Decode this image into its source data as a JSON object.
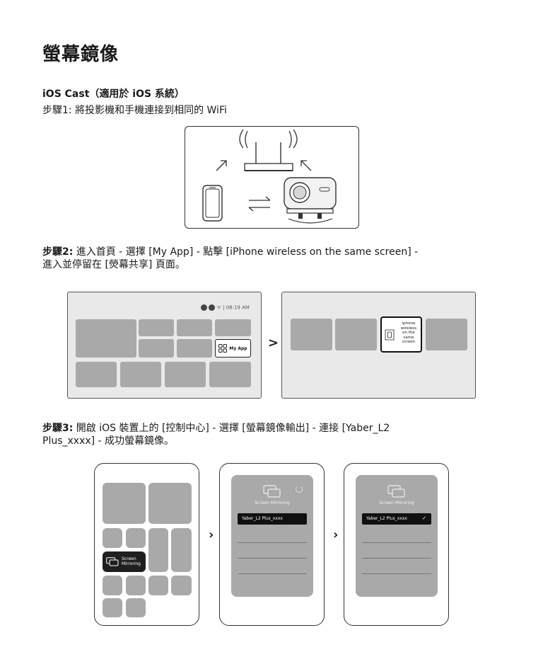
{
  "title": "螢幕鏡像",
  "section": {
    "title": "iOS Cast（適用於 iOS 系統）"
  },
  "step1": {
    "text": "步驟1: 將投影機和手機連接到相同的 WiFi"
  },
  "step2": {
    "label": "步驟2:",
    "text_line1": " 進入首頁 - 選擇 [My App] - 點擊 [iPhone wireless on the same screen] -",
    "text_line2": "進入並停留在 [熒幕共享] 頁面。"
  },
  "step3": {
    "label": "步驟3:",
    "text_line1": " 開啟 iOS 裝置上的 [控制中心] - 選擇 [螢幕鏡像輸出] - 連接 [Yaber_L2",
    "text_line2": "Plus_xxxx] - 成功螢幕鏡像。"
  },
  "tv_home": {
    "status_time": "08:19 AM",
    "my_app_label": "My App"
  },
  "tv_app": {
    "tile_label_lines": [
      "iphone",
      "wireless",
      "on the",
      "same",
      "screen"
    ]
  },
  "control_center": {
    "button_label_lines": [
      "Screen",
      "Mirroring"
    ]
  },
  "mirroring_panel_1": {
    "title": "Screen Mirroring",
    "device": "Yaber_L2 Plus_xxxx"
  },
  "mirroring_panel_2": {
    "title": "Screen Mirroring",
    "device": "Yaber_L2 Plus_xxxx",
    "check": "✓"
  },
  "separators": {
    "chevron": "›",
    "tv_chevron": ">"
  }
}
